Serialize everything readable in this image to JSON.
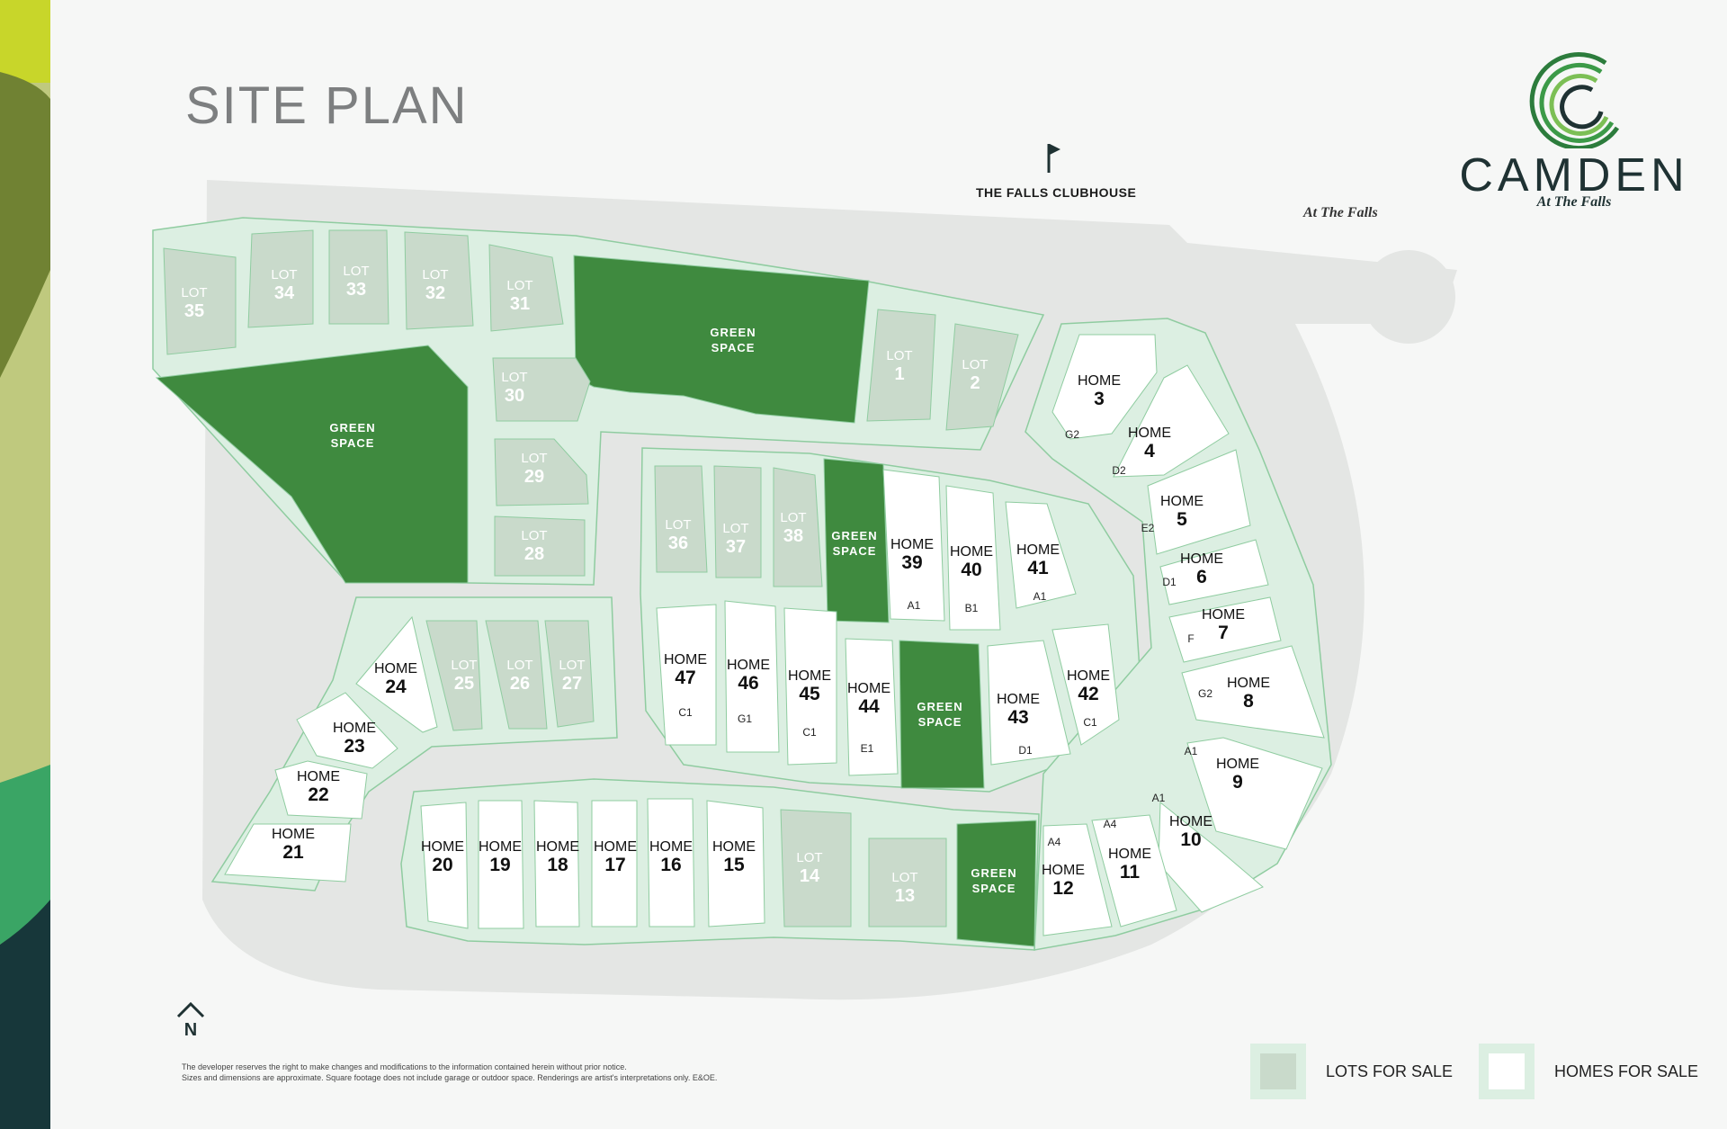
{
  "header": {
    "title": "SITE PLAN"
  },
  "brand": {
    "name": "CAMDEN",
    "subtitle": "At The Falls"
  },
  "landmarks": {
    "clubhouse": "THE FALLS CLUBHOUSE",
    "falls_label": "At The Falls"
  },
  "labels": {
    "lot_word": "LOT",
    "home_word": "HOME",
    "green_space_line1": "GREEN",
    "green_space_line2": "SPACE"
  },
  "colors": {
    "green_space": "#3f8a3f",
    "lot_for_sale": "#c9dacb",
    "home_for_sale": "#ffffff",
    "parcel_frame": "#dcefe2",
    "outline": "#8fcca0",
    "road": "#e4e6e4"
  },
  "lots": [
    "35",
    "34",
    "33",
    "32",
    "31",
    "30",
    "29",
    "28",
    "1",
    "2",
    "36",
    "37",
    "38",
    "25",
    "26",
    "27",
    "14",
    "13"
  ],
  "homes": [
    {
      "num": "3",
      "code": "G2"
    },
    {
      "num": "4",
      "code": "D2"
    },
    {
      "num": "5",
      "code": "E2"
    },
    {
      "num": "6",
      "code": "D1"
    },
    {
      "num": "7",
      "code": "F"
    },
    {
      "num": "8",
      "code": "G2"
    },
    {
      "num": "9",
      "code": "A1"
    },
    {
      "num": "10",
      "code": "A1"
    },
    {
      "num": "11",
      "code": "A4"
    },
    {
      "num": "12",
      "code": "A4"
    },
    {
      "num": "39",
      "code": "A1"
    },
    {
      "num": "40",
      "code": "B1"
    },
    {
      "num": "41",
      "code": "A1"
    },
    {
      "num": "42",
      "code": "C1"
    },
    {
      "num": "43",
      "code": "D1"
    },
    {
      "num": "44",
      "code": "E1"
    },
    {
      "num": "45",
      "code": "C1"
    },
    {
      "num": "46",
      "code": "G1"
    },
    {
      "num": "47",
      "code": "C1"
    },
    {
      "num": "24",
      "code": ""
    },
    {
      "num": "23",
      "code": ""
    },
    {
      "num": "22",
      "code": ""
    },
    {
      "num": "21",
      "code": ""
    },
    {
      "num": "20",
      "code": ""
    },
    {
      "num": "19",
      "code": ""
    },
    {
      "num": "18",
      "code": ""
    },
    {
      "num": "17",
      "code": ""
    },
    {
      "num": "16",
      "code": ""
    },
    {
      "num": "15",
      "code": ""
    }
  ],
  "compass": {
    "label": "N"
  },
  "disclaimer": [
    "The developer reserves the right to make changes and modifications to the information contained herein without prior notice.",
    "Sizes and dimensions are approximate. Square footage does not include garage or outdoor space. Renderings are artist's interpretations only. E&OE."
  ],
  "legend": [
    {
      "label": "LOTS FOR SALE"
    },
    {
      "label": "HOMES FOR SALE"
    }
  ]
}
